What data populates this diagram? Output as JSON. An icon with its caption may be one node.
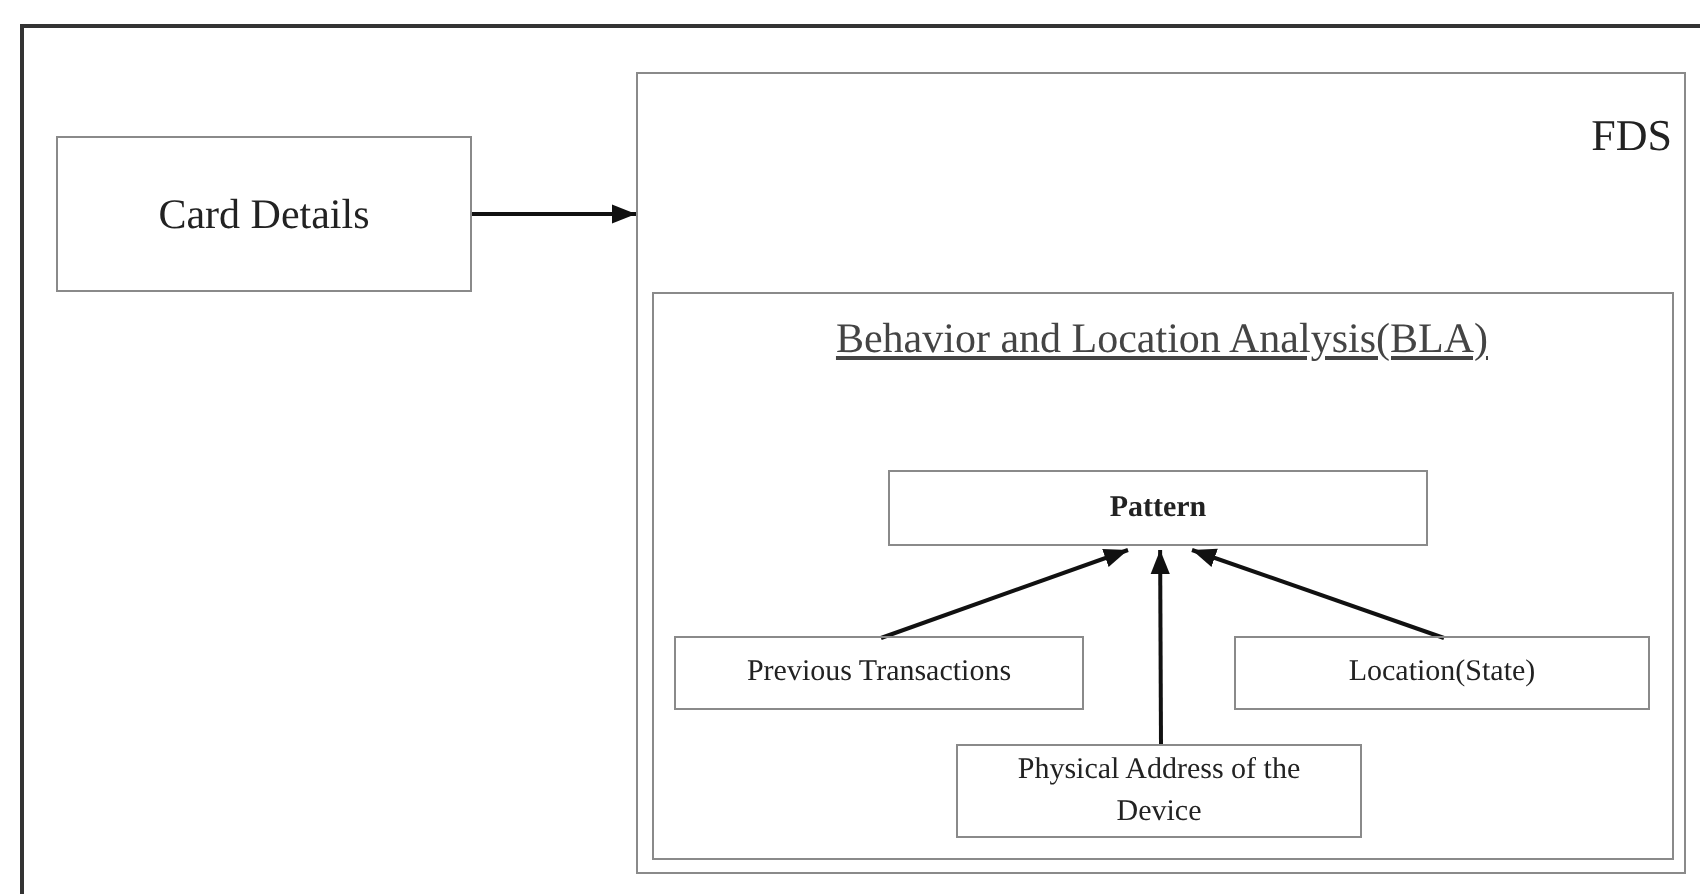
{
  "diagram": {
    "nodes": [
      {
        "text": [
          "Card Details"
        ]
      },
      {
        "text": [
          "FDS"
        ]
      },
      {
        "text": [
          "Behavior and Location Analysis(BLA)"
        ],
        "in": 1
      },
      {
        "text": [
          "Pattern"
        ],
        "in": 2
      },
      {
        "text": [
          "Previous Transactions"
        ],
        "in": 2
      },
      {
        "text": [
          "Location(State)"
        ],
        "in": 2
      },
      {
        "text": [
          "Physical Address of the Device"
        ],
        "in": 2
      }
    ],
    "edges": [
      {
        "from": 0,
        "to": 1,
        "arrow": "to"
      },
      {
        "from": 4,
        "to": 3,
        "arrow": "to"
      },
      {
        "from": 6,
        "to": 3,
        "arrow": "to"
      },
      {
        "from": 5,
        "to": 3,
        "arrow": "to"
      }
    ]
  }
}
